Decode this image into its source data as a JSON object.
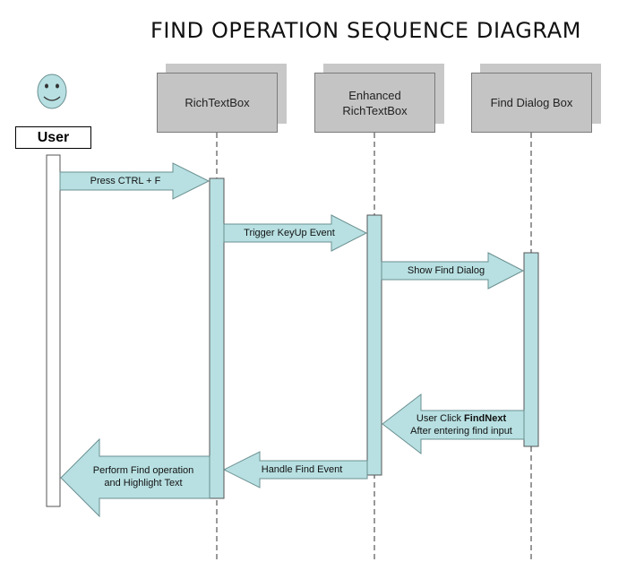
{
  "title": "FIND OPERATION SEQUENCE DIAGRAM",
  "actor": {
    "label": "User",
    "icon": "smiley-face-icon"
  },
  "participants": [
    {
      "label": "RichTextBox"
    },
    {
      "label_line1": "Enhanced",
      "label_line2": "RichTextBox"
    },
    {
      "label": "Find Dialog Box"
    }
  ],
  "messages": [
    {
      "label": "Press CTRL + F"
    },
    {
      "label": "Trigger KeyUp Event"
    },
    {
      "label": "Show Find Dialog"
    },
    {
      "label_prefix": "User Click ",
      "label_bold": "FindNext",
      "label_line2": "After entering find input"
    },
    {
      "label": "Handle Find Event"
    },
    {
      "label_line1": "Perform Find operation",
      "label_line2": "and Highlight Text"
    }
  ],
  "colors": {
    "arrow_fill": "#b8e0e2",
    "activation_fill": "#b8e0e2",
    "box_fill": "#c4c4c4"
  }
}
